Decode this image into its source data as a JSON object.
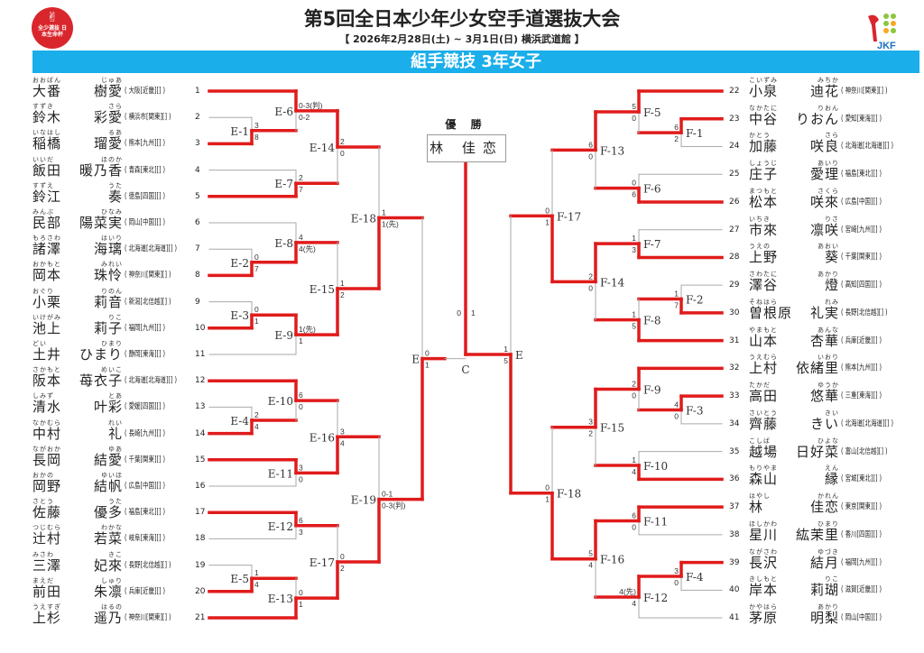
{
  "header": {
    "title": "第5回全日本少年少女空手道選抜大会",
    "subtitle": "【 2026年2月28日(土) ~ 3月1日(日) 横浜武道館 】",
    "banner": "組手競技 3年女子",
    "logo_left_text": "全少選抜 日本生命杯",
    "logo_right_text": "JKF"
  },
  "colors": {
    "accent": "#1aaeea",
    "win_line": "#e01b1b",
    "line": "#aaaaaa",
    "logo_red": "#d9262c"
  },
  "champion": {
    "label": "優 勝",
    "name": "林 佳恋"
  },
  "players": [
    {
      "no": "1",
      "family": "大番",
      "given": "樹愛",
      "rf": "おおばん",
      "rg": "じゅあ",
      "team": "大阪[近畿][]"
    },
    {
      "no": "2",
      "family": "鈴木",
      "given": "彩愛",
      "rf": "すずき",
      "rg": "さら",
      "team": "横浜市[関東][]"
    },
    {
      "no": "3",
      "family": "稲橋",
      "given": "瑠愛",
      "rf": "いなはし",
      "rg": "るあ",
      "team": "熊本[九州][]"
    },
    {
      "no": "4",
      "family": "飯田",
      "given": "暖乃香",
      "rf": "いいだ",
      "rg": "ほのか",
      "team": "青森[東北][]"
    },
    {
      "no": "5",
      "family": "鈴江",
      "given": "奏",
      "rf": "すずえ",
      "rg": "うた",
      "team": "徳島[四国][]"
    },
    {
      "no": "6",
      "family": "民部",
      "given": "陽菜実",
      "rf": "みんぶ",
      "rg": "ひなみ",
      "team": "岡山[中国][]"
    },
    {
      "no": "7",
      "family": "諸澤",
      "given": "海璃",
      "rf": "もろさわ",
      "rg": "はいり",
      "team": "北海道[北海道][]"
    },
    {
      "no": "8",
      "family": "岡本",
      "given": "珠怜",
      "rf": "おかもと",
      "rg": "みれい",
      "team": "神奈川[関東][]"
    },
    {
      "no": "9",
      "family": "小栗",
      "given": "莉音",
      "rf": "おぐり",
      "rg": "りのん",
      "team": "新潟[北信越][]"
    },
    {
      "no": "10",
      "family": "池上",
      "given": "莉子",
      "rf": "いけがみ",
      "rg": "りこ",
      "team": "福岡[九州][]"
    },
    {
      "no": "11",
      "family": "土井",
      "given": "ひまり",
      "rf": "どい",
      "rg": "ひまり",
      "team": "静岡[東海][]"
    },
    {
      "no": "12",
      "family": "阪本",
      "given": "苺衣子",
      "rf": "さかもと",
      "rg": "めいこ",
      "team": "北海道[北海道][]"
    },
    {
      "no": "13",
      "family": "清水",
      "given": "叶彩",
      "rf": "しみず",
      "rg": "とあ",
      "team": "愛媛[四国][]"
    },
    {
      "no": "14",
      "family": "中村",
      "given": "礼",
      "rf": "なかむら",
      "rg": "れい",
      "team": "長崎[九州][]"
    },
    {
      "no": "15",
      "family": "長岡",
      "given": "結愛",
      "rf": "ながおか",
      "rg": "ゆあ",
      "team": "千葉[関東][]"
    },
    {
      "no": "16",
      "family": "岡野",
      "given": "結帆",
      "rf": "おかの",
      "rg": "ゆいほ",
      "team": "広島[中国][]"
    },
    {
      "no": "17",
      "family": "佐藤",
      "given": "優多",
      "rf": "さとう",
      "rg": "うた",
      "team": "福島[東北][]"
    },
    {
      "no": "18",
      "family": "辻村",
      "given": "若菜",
      "rf": "つじむら",
      "rg": "わかな",
      "team": "岐阜[東海][]"
    },
    {
      "no": "19",
      "family": "三澤",
      "given": "妃來",
      "rf": "みさわ",
      "rg": "きこ",
      "team": "長野[北信越][]"
    },
    {
      "no": "20",
      "family": "前田",
      "given": "朱凛",
      "rf": "まえだ",
      "rg": "しゅり",
      "team": "兵庫[近畿][]"
    },
    {
      "no": "21",
      "family": "上杉",
      "given": "遥乃",
      "rf": "うえすぎ",
      "rg": "はるの",
      "team": "神奈川[関東][]"
    },
    {
      "no": "22",
      "family": "小泉",
      "given": "迪花",
      "rf": "こいずみ",
      "rg": "みちか",
      "team": "神奈川[関東][]"
    },
    {
      "no": "23",
      "family": "中谷",
      "given": "りおん",
      "rf": "なかたに",
      "rg": "りおん",
      "team": "愛知[東海][]"
    },
    {
      "no": "24",
      "family": "加藤",
      "given": "咲良",
      "rf": "かとう",
      "rg": "さら",
      "team": "北海道[北海道][]"
    },
    {
      "no": "25",
      "family": "庄子",
      "given": "愛理",
      "rf": "しょうじ",
      "rg": "あいり",
      "team": "福島[東北][]"
    },
    {
      "no": "26",
      "family": "松本",
      "given": "咲來",
      "rf": "まつもと",
      "rg": "さくら",
      "team": "広島[中国][]"
    },
    {
      "no": "27",
      "family": "市來",
      "given": "凛咲",
      "rf": "いちき",
      "rg": "りさ",
      "team": "宮崎[九州][]"
    },
    {
      "no": "28",
      "family": "上野",
      "given": "葵",
      "rf": "うえの",
      "rg": "あおい",
      "team": "千葉[関東][]"
    },
    {
      "no": "29",
      "family": "澤谷",
      "given": "燈",
      "rf": "さわたに",
      "rg": "あかり",
      "team": "高知[四国][]"
    },
    {
      "no": "30",
      "family": "曽根原",
      "given": "礼実",
      "rf": "そねはら",
      "rg": "れみ",
      "team": "長野[北信越][]"
    },
    {
      "no": "31",
      "family": "山本",
      "given": "杏華",
      "rf": "やまもと",
      "rg": "あんな",
      "team": "兵庫[近畿][]"
    },
    {
      "no": "32",
      "family": "上村",
      "given": "依緒里",
      "rf": "うえむら",
      "rg": "いおり",
      "team": "熊本[九州][]"
    },
    {
      "no": "33",
      "family": "高田",
      "given": "悠華",
      "rf": "たかだ",
      "rg": "ゆうか",
      "team": "三重[東海][]"
    },
    {
      "no": "34",
      "family": "齊藤",
      "given": "きい",
      "rf": "さいとう",
      "rg": "きい",
      "team": "北海道[北海道][]"
    },
    {
      "no": "35",
      "family": "越場",
      "given": "日好菜",
      "rf": "こしば",
      "rg": "ひよな",
      "team": "富山[北信越][]"
    },
    {
      "no": "36",
      "family": "森山",
      "given": "縁",
      "rf": "もりやま",
      "rg": "えん",
      "team": "宮城[東北][]"
    },
    {
      "no": "37",
      "family": "林",
      "given": "佳恋",
      "rf": "はやし",
      "rg": "かれん",
      "team": "東京[関東][]"
    },
    {
      "no": "38",
      "family": "星川",
      "given": "紘茉里",
      "rf": "ほしかわ",
      "rg": "ひまり",
      "team": "香川[四国][]"
    },
    {
      "no": "39",
      "family": "長沢",
      "given": "結月",
      "rf": "ながさわ",
      "rg": "ゆづき",
      "team": "福岡[九州][]"
    },
    {
      "no": "40",
      "family": "岸本",
      "given": "莉瑚",
      "rf": "きしもと",
      "rg": "りこ",
      "team": "滋賀[近畿][]"
    },
    {
      "no": "41",
      "family": "茅原",
      "given": "明梨",
      "rf": "かやはら",
      "rg": "あかり",
      "team": "岡山[中国][]"
    }
  ],
  "matches": {
    "E-1": {
      "top": "3",
      "bottom": "8",
      "winner": "bottom"
    },
    "E-2": {
      "top": "0",
      "bottom": "7",
      "winner": "bottom"
    },
    "E-3": {
      "top": "0",
      "bottom": "1",
      "winner": "bottom"
    },
    "E-4": {
      "top": "2",
      "bottom": "4",
      "winner": "bottom"
    },
    "E-5": {
      "top": "1",
      "bottom": "4",
      "winner": "bottom"
    },
    "E-6": {
      "top": "0-3(判)",
      "bottom": "0-2",
      "winner": "top"
    },
    "E-7": {
      "top": "2",
      "bottom": "7",
      "winner": "bottom"
    },
    "E-8": {
      "top": "4",
      "bottom": "4(先)",
      "winner": "bottom"
    },
    "E-9": {
      "top": "1(先)",
      "bottom": "1",
      "winner": "top"
    },
    "E-10": {
      "top": "6",
      "bottom": "0",
      "winner": "top"
    },
    "E-11": {
      "top": "3",
      "bottom": "0",
      "winner": "top"
    },
    "E-12": {
      "top": "6",
      "bottom": "3",
      "winner": "top"
    },
    "E-13": {
      "top": "0",
      "bottom": "1",
      "winner": "bottom"
    },
    "E-14": {
      "top": "2",
      "bottom": "0",
      "winner": "top"
    },
    "E-15": {
      "top": "1",
      "bottom": "2",
      "winner": "bottom"
    },
    "E-16": {
      "top": "3",
      "bottom": "4",
      "winner": "bottom"
    },
    "E-17": {
      "top": "0",
      "bottom": "2",
      "winner": "bottom"
    },
    "E-18": {
      "top": "1",
      "bottom": "1(先)",
      "winner": "bottom"
    },
    "E-19": {
      "top": "0-1",
      "bottom": "0-3(判)",
      "winner": "bottom"
    },
    "E-L": {
      "label": "E",
      "top": "0",
      "bottom": "1",
      "winner": "bottom"
    },
    "F-1": {
      "top": "6",
      "bottom": "2",
      "winner": "top"
    },
    "F-2": {
      "top": "1",
      "bottom": "7",
      "winner": "bottom"
    },
    "F-3": {
      "top": "4",
      "bottom": "0",
      "winner": "top"
    },
    "F-4": {
      "top": "3",
      "bottom": "0",
      "winner": "top"
    },
    "F-5": {
      "top": "5",
      "bottom": "0",
      "winner": "top"
    },
    "F-6": {
      "top": "0",
      "bottom": "6",
      "winner": "bottom"
    },
    "F-7": {
      "top": "1",
      "bottom": "3",
      "winner": "bottom"
    },
    "F-8": {
      "top": "1",
      "bottom": "5",
      "winner": "bottom"
    },
    "F-9": {
      "top": "2",
      "bottom": "0",
      "winner": "top"
    },
    "F-10": {
      "top": "1",
      "bottom": "4",
      "winner": "bottom"
    },
    "F-11": {
      "top": "6",
      "bottom": "0",
      "winner": "top"
    },
    "F-12": {
      "top": "4(先)",
      "bottom": "4",
      "winner": "top"
    },
    "F-13": {
      "top": "6",
      "bottom": "0",
      "winner": "top"
    },
    "F-14": {
      "top": "2",
      "bottom": "0",
      "winner": "top"
    },
    "F-15": {
      "top": "3",
      "bottom": "2",
      "winner": "top"
    },
    "F-16": {
      "top": "5",
      "bottom": "4",
      "winner": "top"
    },
    "F-17": {
      "top": "0",
      "bottom": "1",
      "winner": "bottom"
    },
    "F-18": {
      "top": "0",
      "bottom": "1",
      "winner": "bottom"
    },
    "E-R": {
      "label": "E",
      "top": "1",
      "bottom": "5",
      "winner": "bottom"
    },
    "C": {
      "label": "C",
      "left": "0",
      "right": "1",
      "winner": "right"
    }
  }
}
